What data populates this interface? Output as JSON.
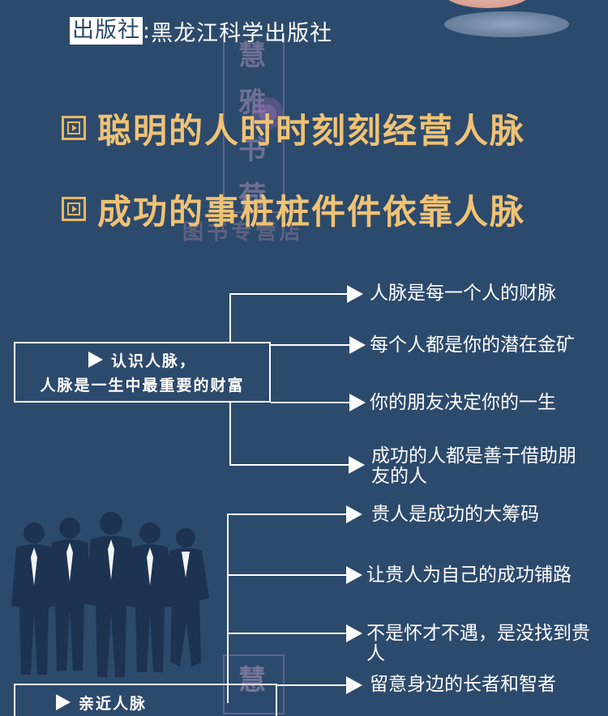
{
  "publisher": {
    "label": "出版社",
    "separator": ":",
    "value": "黑龙江科学出版社"
  },
  "watermark": {
    "chars": [
      "慧",
      "雅",
      "书",
      "荷"
    ],
    "bottom": "图书专营店",
    "bottom_char": "慧"
  },
  "headlines": [
    "聪明的人时时刻刻经营人脉",
    "成功的事桩桩件件依靠人脉"
  ],
  "section1": {
    "box_line1": "认识人脉，",
    "box_line2": "人脉是一生中最重要的财富",
    "items": [
      "人脉是每一个人的财脉",
      "每个人都是你的潜在金矿",
      "你的朋友决定你的一生",
      "成功的人都是善于借助朋友的人"
    ]
  },
  "section2": {
    "box_line1": "亲近人脉",
    "items": [
      "贵人是成功的大筹码",
      "让贵人为自己的成功铺路",
      "不是怀才不遇，是没找到贵人",
      "留意身边的长者和智者"
    ]
  },
  "colors": {
    "background": "#2c4a6c",
    "headline": "#f0c274",
    "line": "#ffffff"
  }
}
